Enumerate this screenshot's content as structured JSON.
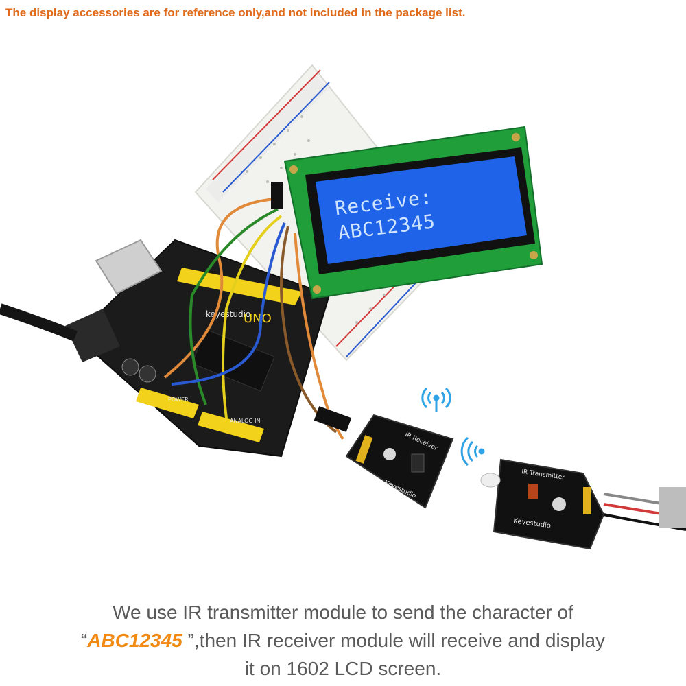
{
  "notice": "The display accessories are for reference only,and not included in the package list.",
  "lcd": {
    "line1": "Receive:",
    "line2": "ABC12345"
  },
  "boards": {
    "uno_brand": "keyestudio",
    "uno_model": "UNO",
    "uno_power": "POWER",
    "uno_analog": "ANALOG IN",
    "receiver_label": "IR Receiver",
    "receiver_brand": "Keyestudio",
    "transmitter_label": "IR Transmitter",
    "transmitter_brand": "Keyestudio"
  },
  "caption": {
    "line1": "We use IR transmitter module to send the character of",
    "quote_open": "“",
    "highlight": "ABC12345",
    "line2_rest": " ”,then IR receiver module will receive and display",
    "line3": "it on 1602 LCD screen."
  },
  "colors": {
    "notice": "#e06a1a",
    "highlight": "#f08a14",
    "caption": "#5a5a5a",
    "lcd_blue": "#1e63e8",
    "pcb_green": "#1f9e3a",
    "board_black": "#1b1b1b",
    "header_yellow": "#f3d21c",
    "signal_blue": "#2fa3e6"
  }
}
